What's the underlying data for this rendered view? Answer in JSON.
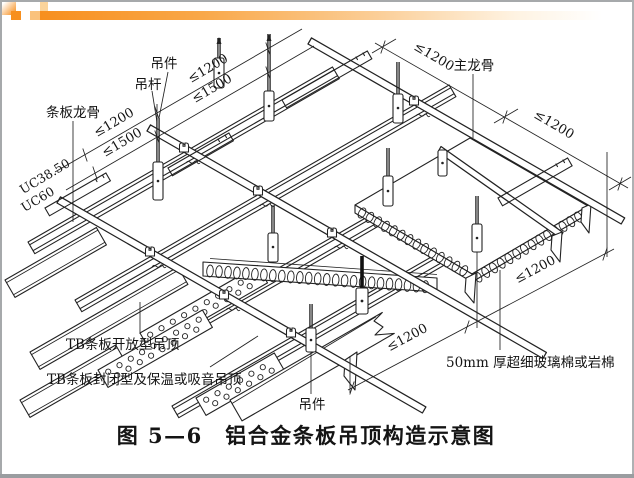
{
  "slide": {
    "accent_colors": {
      "orange": "#f78f1e",
      "light_orange": "#fac27c",
      "pale_orange": "#fbd49b"
    },
    "caption": "图 5—6　铝合金条板吊顶构造示意图",
    "labels": {
      "hanger_top": "吊件",
      "hanger_rod": "吊杆",
      "strip_keel": "条板龙骨",
      "keel_type_1": "UC38.50",
      "keel_type_2": "UC60",
      "main_keel": "主龙骨",
      "open_type": "TB条板开放型吊顶",
      "closed_type": "TB条板封闭型及保温或吸音吊顶",
      "hanger_bottom": "吊件",
      "insulation": "50mm 厚超细玻璃棉或岩棉"
    },
    "dimensions": {
      "max_1200": "≤1200",
      "max_1500": "≤1500"
    }
  }
}
